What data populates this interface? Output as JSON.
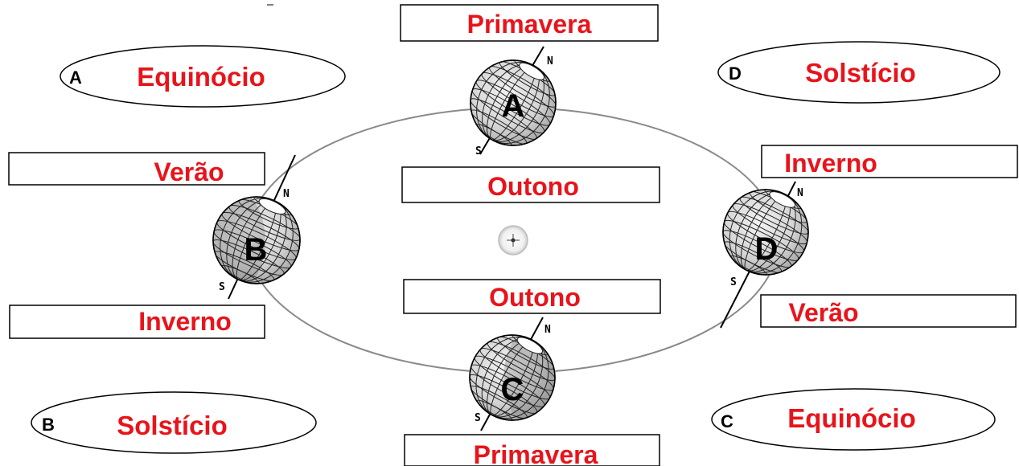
{
  "season_boxes": {
    "top": "Primavera",
    "inner_top": "Outono",
    "inner_bottom": "Outono",
    "bottom": "Primavera",
    "left_top": "Verão",
    "left_bottom": "Inverno",
    "right_top": "Inverno",
    "right_bottom": "Verão"
  },
  "event_ellipses": {
    "top_left": {
      "letter": "A",
      "label": "Equinócio"
    },
    "top_right": {
      "letter": "D",
      "label": "Solstício"
    },
    "bottom_left": {
      "letter": "B",
      "label": "Solstício"
    },
    "bottom_right": {
      "letter": "C",
      "label": "Equinócio"
    }
  },
  "globes": {
    "top": {
      "letter": "A",
      "north": "N",
      "south": "S"
    },
    "left": {
      "letter": "B",
      "north": "N",
      "south": "S"
    },
    "bottom": {
      "letter": "C",
      "north": "N",
      "south": "S"
    },
    "right": {
      "letter": "D",
      "north": "N",
      "south": "S"
    }
  },
  "colors": {
    "label_red": "#e8141b",
    "orbit_gray": "#8a8a8a",
    "globe_fill": "#d9d9d9",
    "outline": "#000000"
  },
  "icons": {
    "sun": "sun-icon"
  }
}
